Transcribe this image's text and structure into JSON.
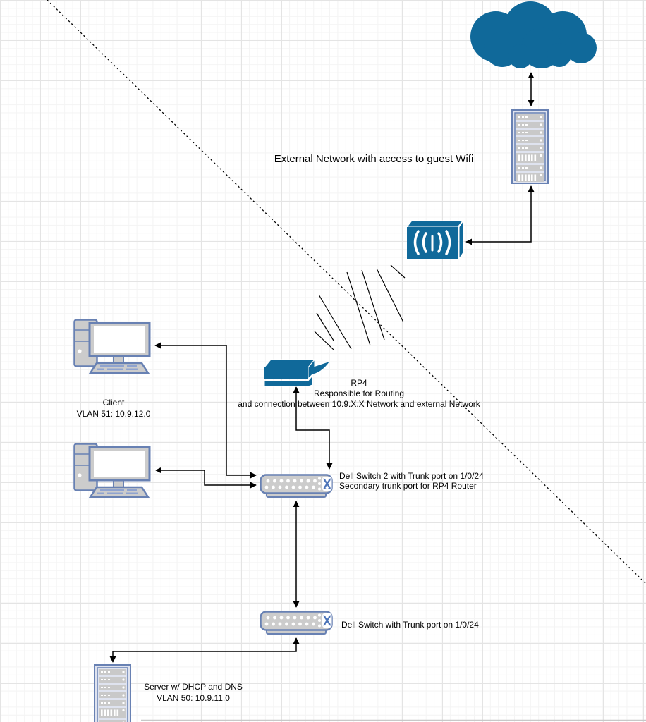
{
  "diagram": {
    "external_label": "External Network with access to guest Wifi",
    "router_label": {
      "line1": "RP4",
      "line2": "Responsible for Routing",
      "line3": "and connection between 10.9.X.X Network and external Network"
    },
    "client_label": {
      "line1": "Client",
      "line2": "VLAN 51: 10.9.12.0"
    },
    "switch1_label": {
      "line1": "Dell Switch 2 with Trunk port on 1/0/24",
      "line2": "Secondary trunk port for RP4 Router"
    },
    "switch2_label": {
      "line1": "Dell Switch with Trunk port on 1/0/24"
    },
    "server_label": {
      "line1": "Server w/ DHCP and DNS",
      "line2": "VLAN 50: 10.9.11.0"
    },
    "icons": {
      "cloud": "internet-cloud-icon",
      "rack": "server-rack-icon",
      "wireless": "wireless-access-point-icon",
      "router": "router-icon",
      "pc": "desktop-computer-icon",
      "switch": "network-switch-icon"
    },
    "colors": {
      "shape_blue": "#10699a",
      "outline_blue": "#6881b3",
      "shape_gray": "#cccccc",
      "connector_black": "#000000",
      "page_break_gray": "#b5b5b5"
    }
  }
}
